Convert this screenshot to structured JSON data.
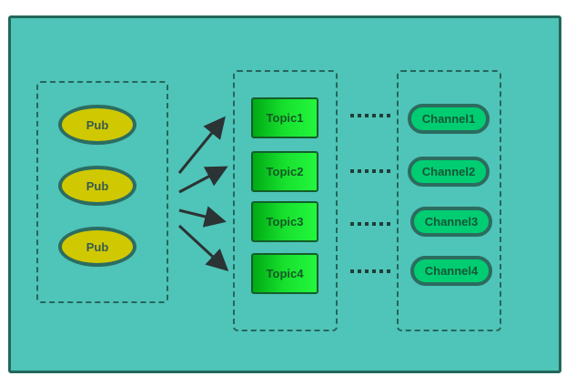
{
  "diagram": {
    "background_color": "#4fc4b8",
    "publishers": [
      {
        "label": "Pub"
      },
      {
        "label": "Pub"
      },
      {
        "label": "Pub"
      }
    ],
    "topics": [
      {
        "label": "Topic1"
      },
      {
        "label": "Topic2"
      },
      {
        "label": "Topic3"
      },
      {
        "label": "Topic4"
      }
    ],
    "channels": [
      {
        "label": "Channel1"
      },
      {
        "label": "Channel2"
      },
      {
        "label": "Channel3"
      },
      {
        "label": "Channel4"
      }
    ],
    "connector": "dotted"
  }
}
